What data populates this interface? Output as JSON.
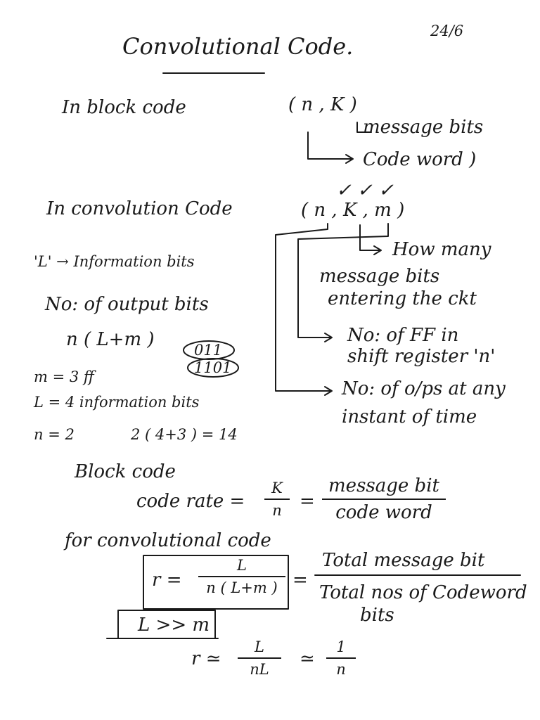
{
  "note": {
    "date": "24/6",
    "title": "Convolutional Code.",
    "block_intro": "In block code",
    "block_params": "( n , K )",
    "block_k_meaning": "message bits",
    "block_n_meaning": "Code word )",
    "checkmarks": "✓ ✓ ✓",
    "conv_intro": "In convolution Code",
    "conv_params": "( n , K , m )",
    "k_meaning_line1": "How many",
    "k_meaning_line2": "message bits",
    "k_meaning_line3": "entering the ckt",
    "L_def": "'L' → Information bits",
    "output_bits_label": "No: of output bits",
    "output_bits_formula": "n ( L+m )",
    "m_meaning_line1": "No: of FF in",
    "m_meaning_line2": "shift register 'n'",
    "bitseq_1": "011",
    "bitseq_2": "1101",
    "n_meaning_line1": "No: of o/ps at any",
    "n_meaning_line2": "instant of time",
    "ex_m": "m = 3 ff",
    "ex_L": "L = 4 information bits",
    "ex_n": "n = 2",
    "ex_calc": "2 ( 4+3 ) = 14",
    "block_code_heading": "Block code",
    "code_rate_label": "code rate =",
    "rate_num": "K",
    "rate_den": "n",
    "eq_sign": "=",
    "rate_word_num": "message bit",
    "rate_word_den": "code word",
    "conv_heading": "for convolutional code",
    "r_lhs": "r =",
    "r_num": "L",
    "r_den": "n ( L+m )",
    "r_eq": "=",
    "total_num": "Total message bit",
    "total_den_line1": "Total nos of Codeword",
    "total_den_line2": "bits",
    "approx_cond": "L >> m",
    "approx_lhs": "r ≃",
    "approx_num": "L",
    "approx_den": "nL",
    "approx_sym": "≃",
    "approx_num2": "1",
    "approx_den2": "n"
  }
}
